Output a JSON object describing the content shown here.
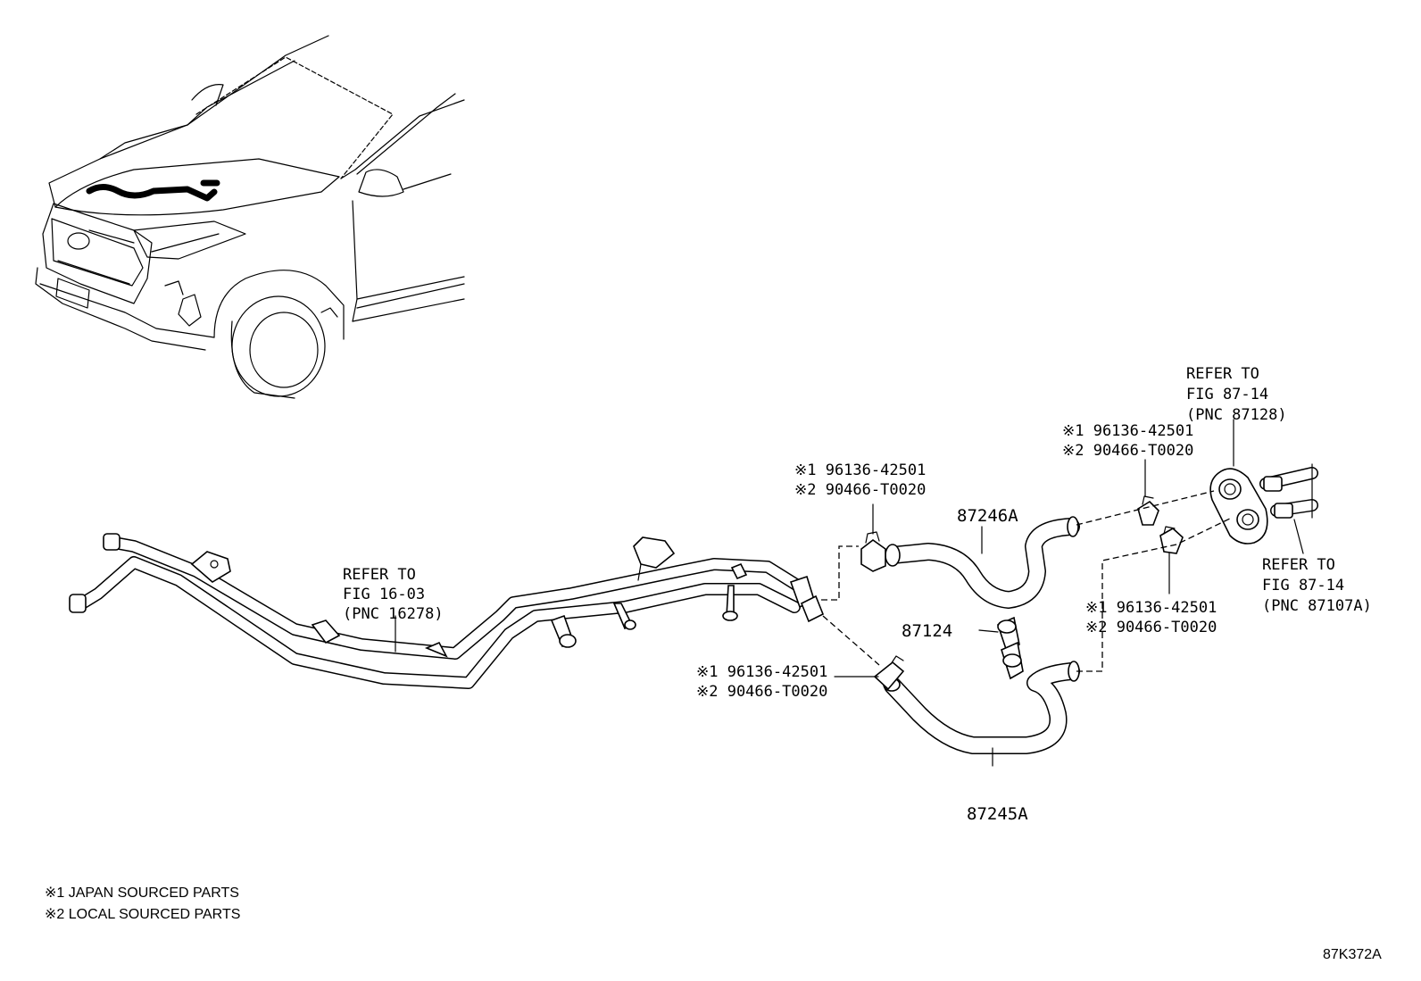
{
  "diagram_id": "87K372A",
  "legend": [
    "※1 JAPAN SOURCED PARTS",
    "※2 LOCAL SOURCED PARTS"
  ],
  "refs": {
    "fig_16_03": [
      "REFER TO",
      "FIG 16-03",
      "(PNC 16278)"
    ],
    "fig_87_14_top": [
      "REFER TO",
      "FIG 87-14",
      "(PNC 87128)"
    ],
    "fig_87_14_right": [
      "REFER TO",
      "FIG 87-14",
      "(PNC 87107A)"
    ]
  },
  "clamp_labels": {
    "center": [
      "※1 96136-42501",
      "※2 90466-T0020"
    ],
    "top_right": [
      "※1 96136-42501",
      "※2 90466-T0020"
    ],
    "mid_right": [
      "※1 96136-42501",
      "※2 90466-T0020"
    ],
    "lower": [
      "※1 96136-42501",
      "※2 90466-T0020"
    ]
  },
  "parts": {
    "hose_upper": "87246A",
    "clamp_bracket": "87124",
    "hose_lower": "87245A"
  }
}
